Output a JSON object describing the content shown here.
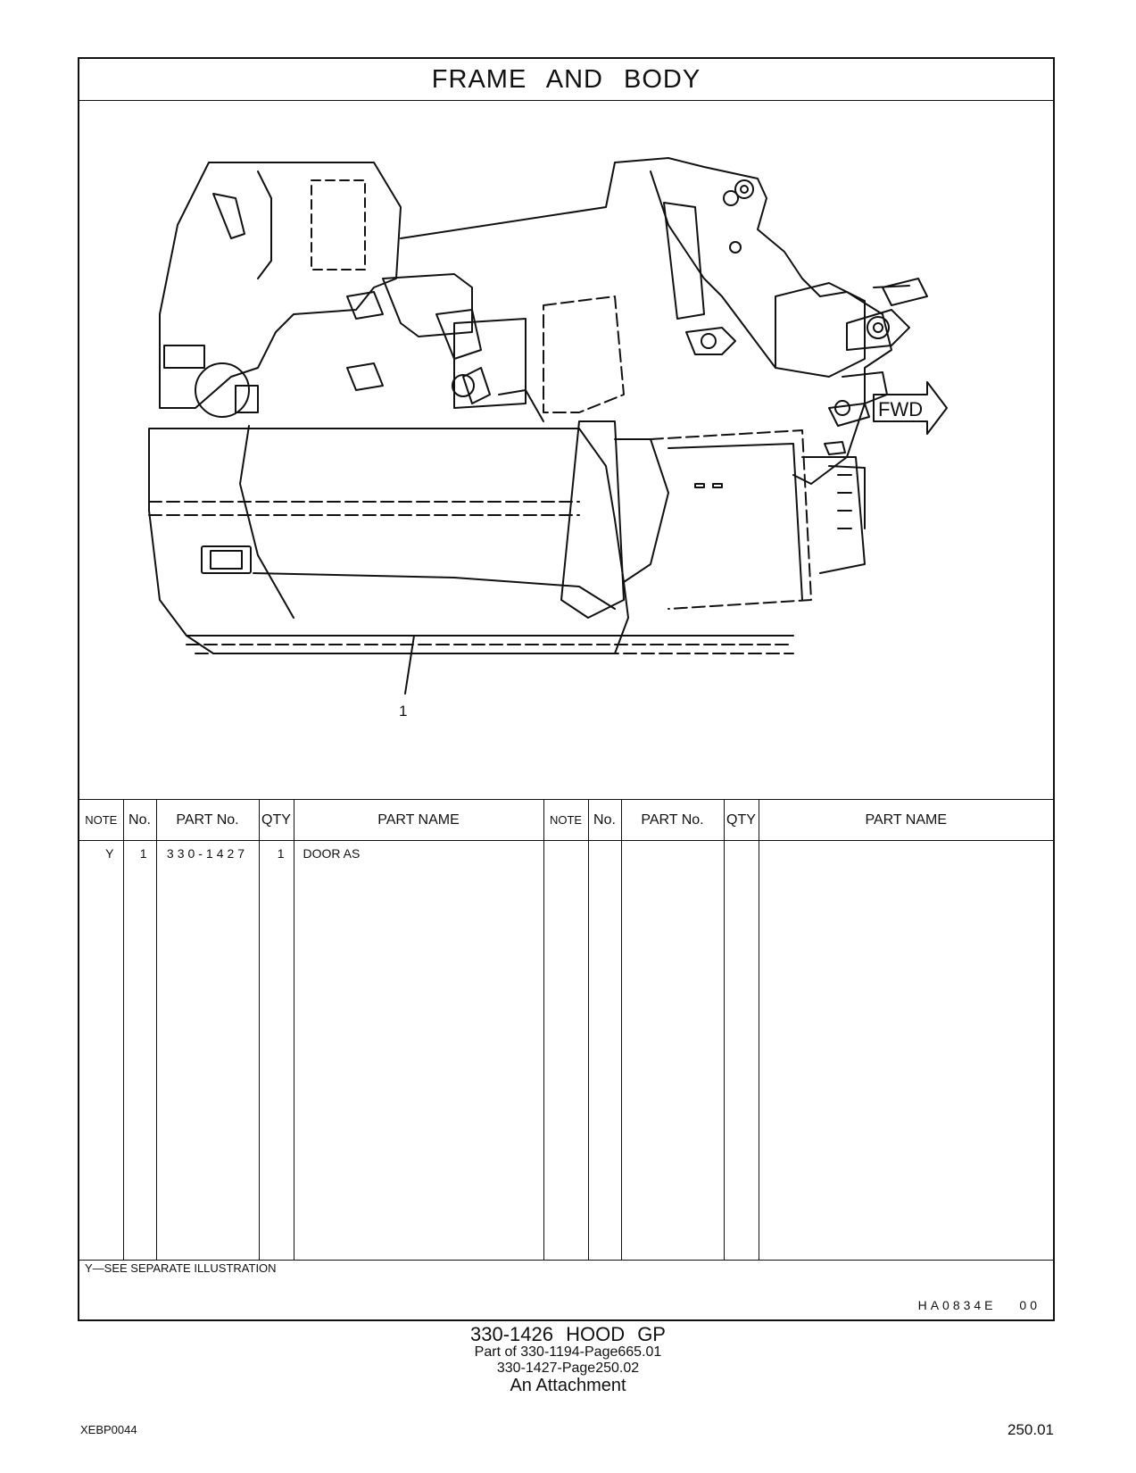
{
  "header": {
    "title": "FRAME AND BODY"
  },
  "illustration": {
    "callout": "1",
    "fwd_label": "FWD"
  },
  "table": {
    "headers": [
      "NOTE",
      "No.",
      "PART No.",
      "QTY",
      "PART NAME",
      "NOTE",
      "No.",
      "PART No.",
      "QTY",
      "PART NAME"
    ],
    "rows": [
      {
        "note": "Y",
        "no": "1",
        "part_no": "330-1427",
        "qty": "1",
        "name": "DOOR AS"
      }
    ]
  },
  "footnote": "Y—SEE SEPARATE ILLUSTRATION",
  "ref_code": "HA0834E 00",
  "caption": {
    "main": "330-1426 HOOD GP",
    "line1": "Part of 330-1194-Page665.01",
    "line2": "330-1427-Page250.02",
    "line3": "An Attachment"
  },
  "doc_id": "XEBP0044",
  "page_number": "250.01"
}
